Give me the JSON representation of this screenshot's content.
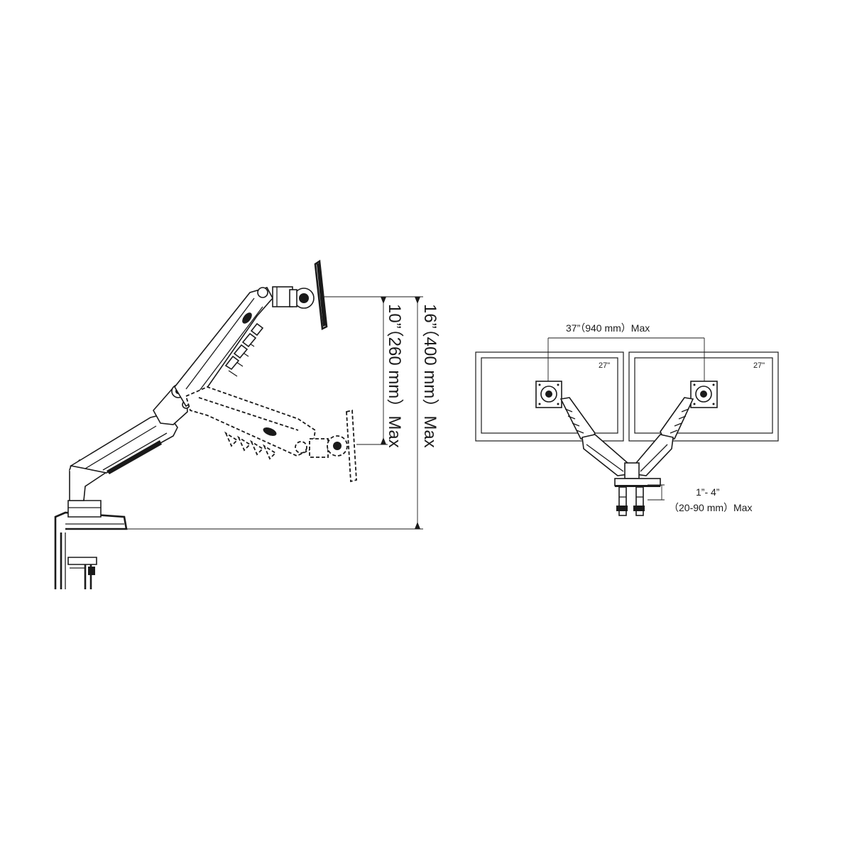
{
  "left_view": {
    "height_range_label": "10”（260 mm）Max",
    "total_height_label": "16”（400 mm）Max"
  },
  "right_view": {
    "width_label": "37”（940 mm）Max",
    "monitor_left_size": "27\"",
    "monitor_right_size": "27\"",
    "desk_thickness_label": "1”- 4”",
    "desk_thickness_mm": "（20-90 mm）Max"
  }
}
